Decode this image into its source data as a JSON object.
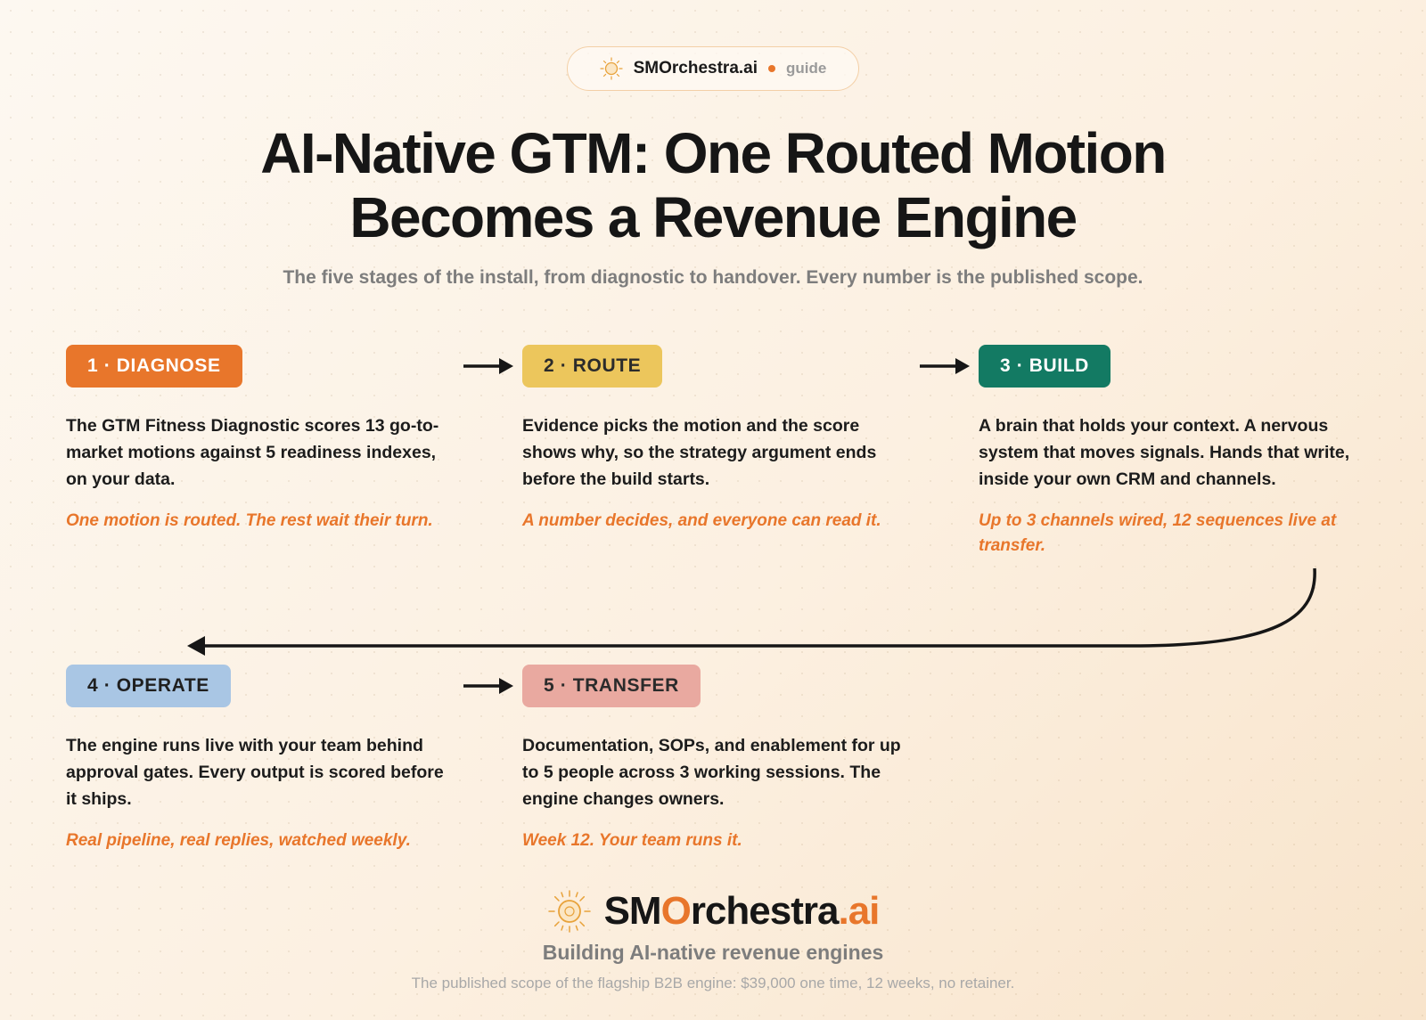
{
  "header": {
    "brand": "SMOrchestra.ai",
    "tag": "guide",
    "title_line1": "AI-Native GTM: One Routed Motion",
    "title_line2": "Becomes a Revenue Engine",
    "subtitle": "The five stages of the install, from diagnostic to handover. Every number is the published scope."
  },
  "stages": [
    {
      "badge": "1 · DIAGNOSE",
      "color": "#e8762b",
      "text_color": "#ffffff",
      "description": "The GTM Fitness Diagnostic scores 13 go-to-market motions against 5 readiness indexes, on your data.",
      "note": "One motion is routed. The rest wait their turn."
    },
    {
      "badge": "2 · ROUTE",
      "color": "#ecc65c",
      "text_color": "#2b2b2b",
      "description": "Evidence picks the motion and the score shows why, so the strategy argument ends before the build starts.",
      "note": "A number decides, and everyone can read it."
    },
    {
      "badge": "3 · BUILD",
      "color": "#137a63",
      "text_color": "#ffffff",
      "description": "A brain that holds your context. A nervous system that moves signals. Hands that write, inside your own CRM and channels.",
      "note": "Up to 3 channels wired, 12 sequences live at transfer."
    },
    {
      "badge": "4 · OPERATE",
      "color": "#a9c6e4",
      "text_color": "#1f1f1f",
      "description": "The engine runs live with your team behind approval gates. Every output is scored before it ships.",
      "note": "Real pipeline, real replies, watched weekly."
    },
    {
      "badge": "5 · TRANSFER",
      "color": "#e9a9a0",
      "text_color": "#2b2b2b",
      "description": "Documentation, SOPs, and enablement for up to 5 people across 3 working sessions. The engine changes owners.",
      "note": "Week 12. Your team runs it."
    }
  ],
  "footer": {
    "brand_sm": "SM",
    "brand_o": "O",
    "brand_rchestra": "rchestra",
    "brand_ai": ".ai",
    "tagline": "Building AI-native revenue engines",
    "note": "The published scope of the flagship B2B engine: $39,000 one time, 12 weeks, no retainer."
  },
  "colors": {
    "accent": "#e8762b",
    "ink": "#161616",
    "muted": "#7d7d7d"
  },
  "icons": {
    "logo": "sun-logo-icon",
    "arrow": "right-arrow-icon",
    "return": "return-curve-arrow-icon"
  }
}
